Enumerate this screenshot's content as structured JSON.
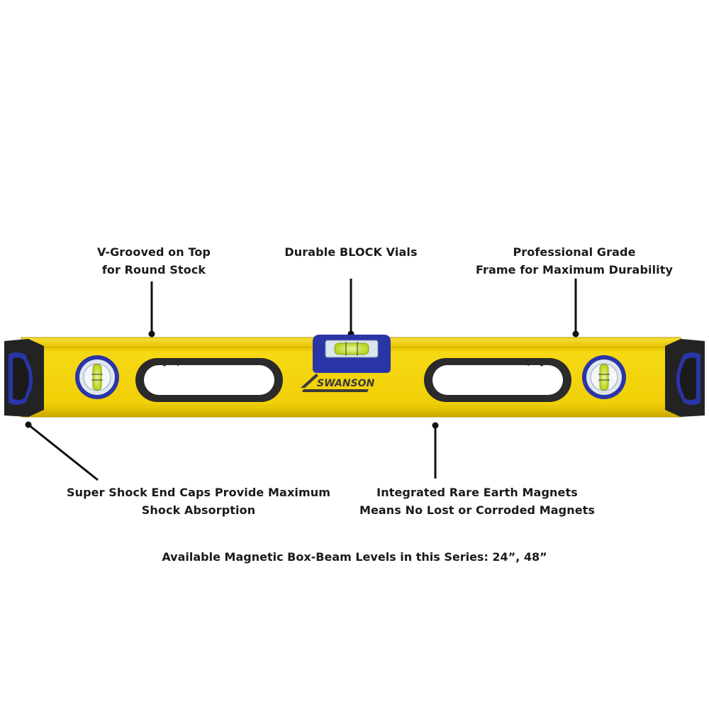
{
  "callouts": {
    "v_groove": {
      "line1": "V-Grooved on Top",
      "line2": "for Round Stock"
    },
    "block_vials": {
      "line1": "Durable BLOCK Vials"
    },
    "frame": {
      "line1": "Professional Grade",
      "line2": "Frame for Maximum Durability"
    },
    "end_caps": {
      "line1": "Super Shock End Caps Provide Maximum",
      "line2": "Shock Absorption"
    },
    "magnets": {
      "line1": "Integrated Rare Earth Magnets",
      "line2": "Means No Lost or Corroded Magnets"
    }
  },
  "footer": {
    "text": "Available Magnetic Box-Beam Levels in this Series: 24”, 48”"
  },
  "product": {
    "brand": "SWANSON",
    "colors": {
      "body": "#f4d20c",
      "body_dark": "#c9a800",
      "grip": "#2e2e2e",
      "accent": "#2a35a8",
      "vial": "#c8e62a"
    }
  }
}
